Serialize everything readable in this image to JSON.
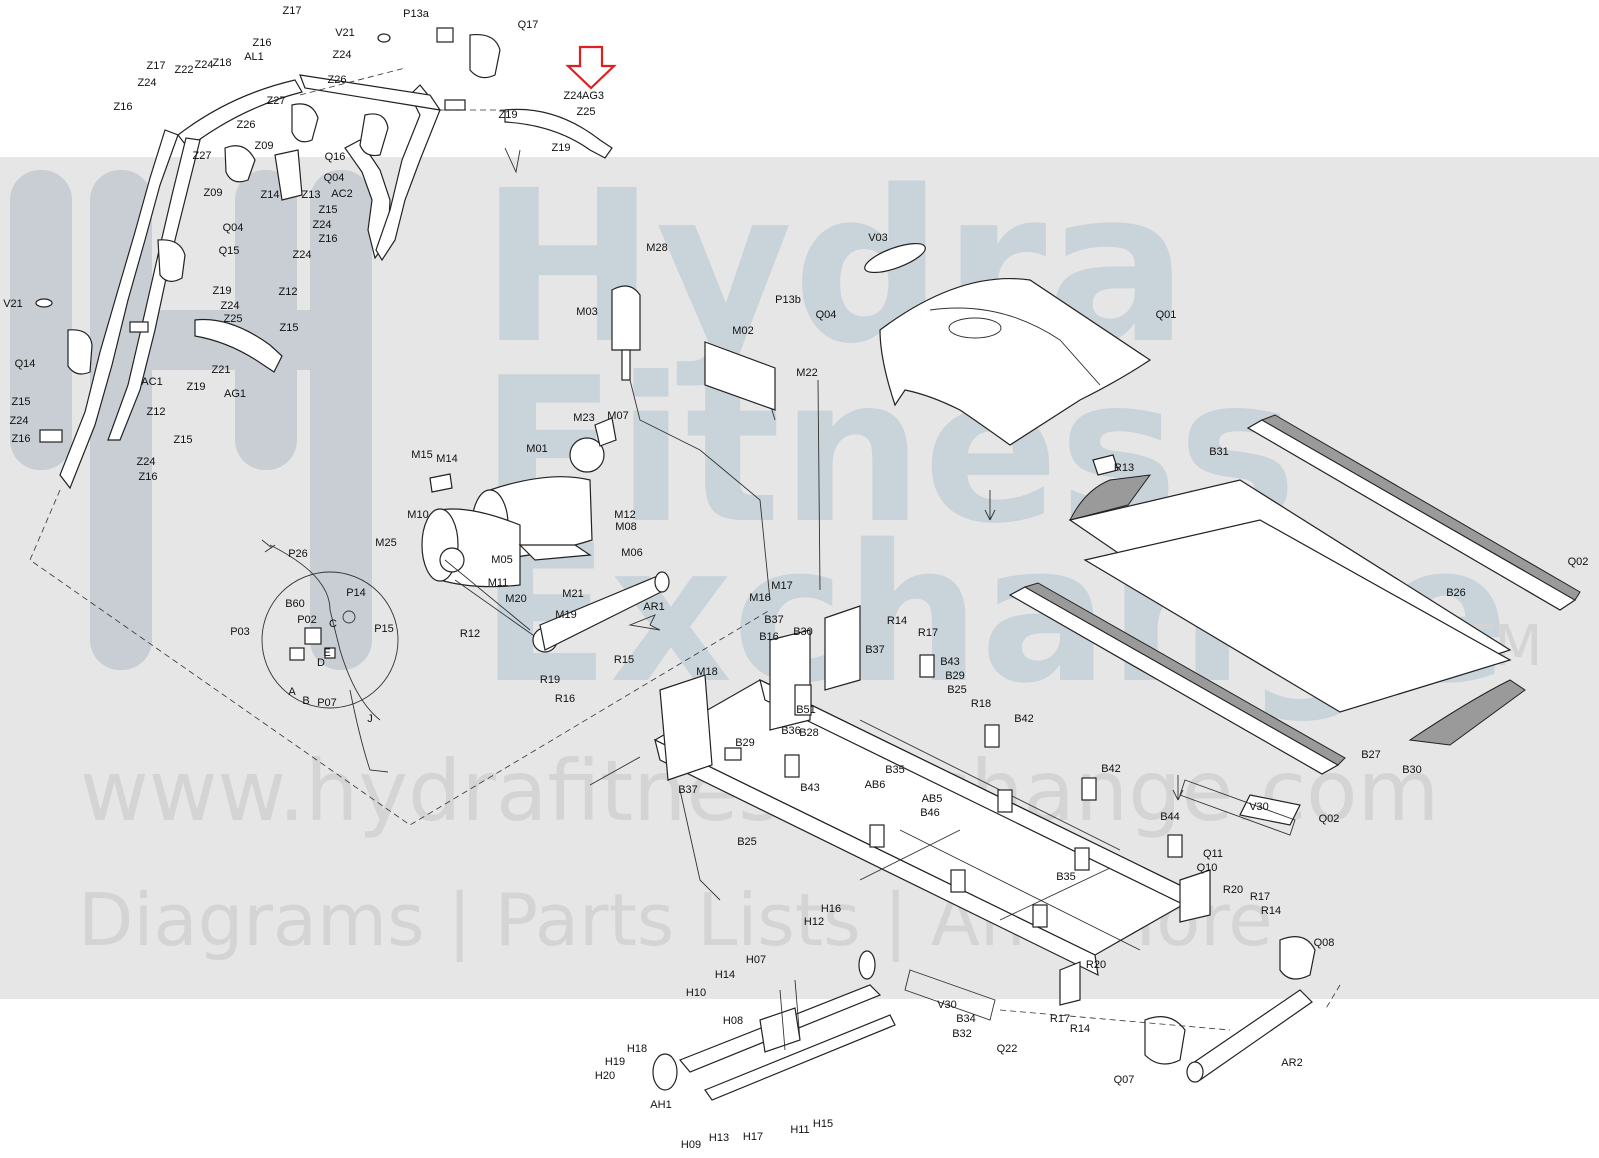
{
  "watermark": {
    "brand_line1": "Hydra",
    "brand_line2": "Fitness",
    "brand_line3": "Exchange",
    "trademark": "TM",
    "url": "www.hydrafitnessexchange.com",
    "tagline": "Diagrams | Parts Lists | And More",
    "band_color": "#e6e6e6"
  },
  "callout": {
    "label": "AG3",
    "arrow_color": "#e02020"
  },
  "labels": [
    "Z17",
    "Z16",
    "Z24",
    "V21",
    "P13a",
    "Q17",
    "Z17",
    "Z22",
    "Z24",
    "Z18",
    "AL1",
    "Z24",
    "Z26",
    "Z16",
    "Z27",
    "Z24",
    "AG3",
    "Z26",
    "Z19",
    "Z25",
    "Z27",
    "Z09",
    "Q16",
    "Z19",
    "Z09",
    "Z14",
    "Z13",
    "Q04",
    "AC2",
    "Z15",
    "Z24",
    "Z16",
    "Q04",
    "Q15",
    "Z24",
    "Z12",
    "Z19",
    "Z24",
    "Z25",
    "Z15",
    "V21",
    "Q14",
    "Z21",
    "Z19",
    "AG1",
    "AC1",
    "Z15",
    "Z24",
    "Z16",
    "Z12",
    "Z15",
    "Z24",
    "Z16",
    "M28",
    "V03",
    "M03",
    "P13b",
    "Q04",
    "Q01",
    "M02",
    "M22",
    "M23",
    "M07",
    "M01",
    "M15",
    "M14",
    "M10",
    "M12",
    "M08",
    "M25",
    "M05",
    "M06",
    "M11",
    "M20",
    "M21",
    "M19",
    "AR1",
    "P26",
    "P14",
    "B60",
    "P15",
    "P02",
    "P03",
    "C",
    "E",
    "D",
    "A",
    "B",
    "P07",
    "J",
    "R12",
    "R15",
    "R19",
    "R16",
    "M17",
    "M16",
    "B37",
    "B16",
    "B30",
    "R14",
    "R17",
    "B43",
    "B37",
    "M18",
    "B29",
    "B25",
    "R18",
    "B51",
    "B28",
    "B36",
    "B42",
    "B29",
    "B37",
    "B43",
    "B35",
    "AB6",
    "AB5",
    "B46",
    "B25",
    "B42",
    "B31",
    "R13",
    "Q02",
    "B26",
    "B27",
    "B30",
    "Q02",
    "V30",
    "B44",
    "Q11",
    "Q10",
    "B35",
    "R20",
    "R17",
    "R14",
    "Q08",
    "H16",
    "H12",
    "H07",
    "H14",
    "H10",
    "H08",
    "H18",
    "H19",
    "H20",
    "AH1",
    "H09",
    "H13",
    "H17",
    "H11",
    "H15",
    "V30",
    "B34",
    "B32",
    "R20",
    "R17",
    "R14",
    "Q22",
    "Q07",
    "AR2"
  ]
}
